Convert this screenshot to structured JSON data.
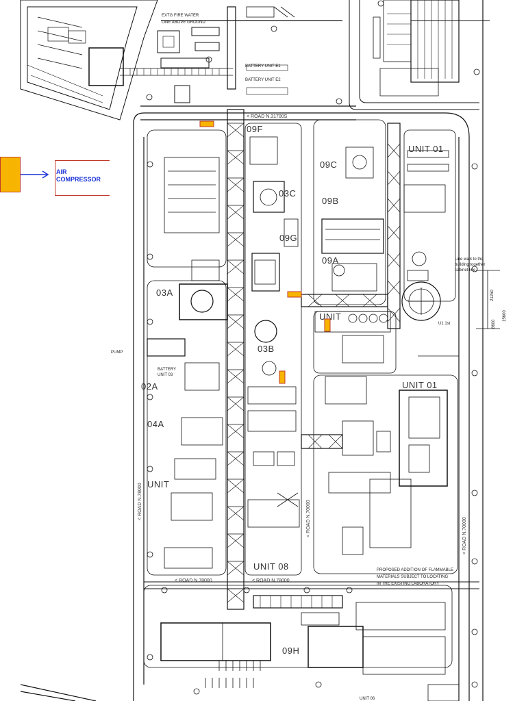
{
  "legend": {
    "label": "AIR\nCOMPRESSOR",
    "marker_color": "#f7b400",
    "arrow_color": "#1a33d6"
  },
  "labels": {
    "fire_water": "EXTG FIRE WATER",
    "fire_water2": "LINE ABOVE GROUND",
    "battery_e1": "BATTERY UNIT E1",
    "battery_e2": "BATTERY UNIT E2",
    "road_top": "< ROAD N.31700S",
    "road_west": "< ROAD N.78000",
    "road_center": "< ROAD N.70000",
    "road_east": "< ROAD N.70000",
    "road_south_left": "< ROAD N.78000",
    "road_south_right": "< ROAD N.78000",
    "proposed_1": "PROPOSED ADDITION OF FLAMMABLE",
    "proposed_2": "MATERIALS SUBJECT TO LOCATING",
    "proposed_3": "IN THE EXISTING LABORATORY",
    "battery_03": "BATTERY",
    "battery_03b": "UNIT 03",
    "unit_08_small": "UNIT 08",
    "dim_1": "21250",
    "dim_2": "8600",
    "dim_3": "15600",
    "note_1": "Line walk to the",
    "note_2": "building together",
    "note_3": "cabinet line",
    "u_1st": "U1 1st",
    "unit_06": "UNIT 06",
    "pump": "PUMP"
  },
  "areas": {
    "a09F": "09F",
    "a09C": "09C",
    "a09B": "09B",
    "a09A": "09A",
    "a09G": "09G",
    "a03C": "03C",
    "a03A": "03A",
    "a03B": "03B",
    "a02A": "02A",
    "a04A": "04A",
    "a09H": "09H",
    "unit": "UNIT",
    "unit_left": "UNIT",
    "unit01": "UNIT 01",
    "unit01b": "UNIT 01",
    "unit08": "UNIT 08"
  },
  "markers": [
    {
      "id": "air-compressor-marker-1",
      "note": "top road"
    },
    {
      "id": "air-compressor-marker-2",
      "note": "near 09G"
    },
    {
      "id": "air-compressor-marker-3",
      "note": "unit"
    },
    {
      "id": "air-compressor-marker-4",
      "note": "near 03B"
    }
  ]
}
